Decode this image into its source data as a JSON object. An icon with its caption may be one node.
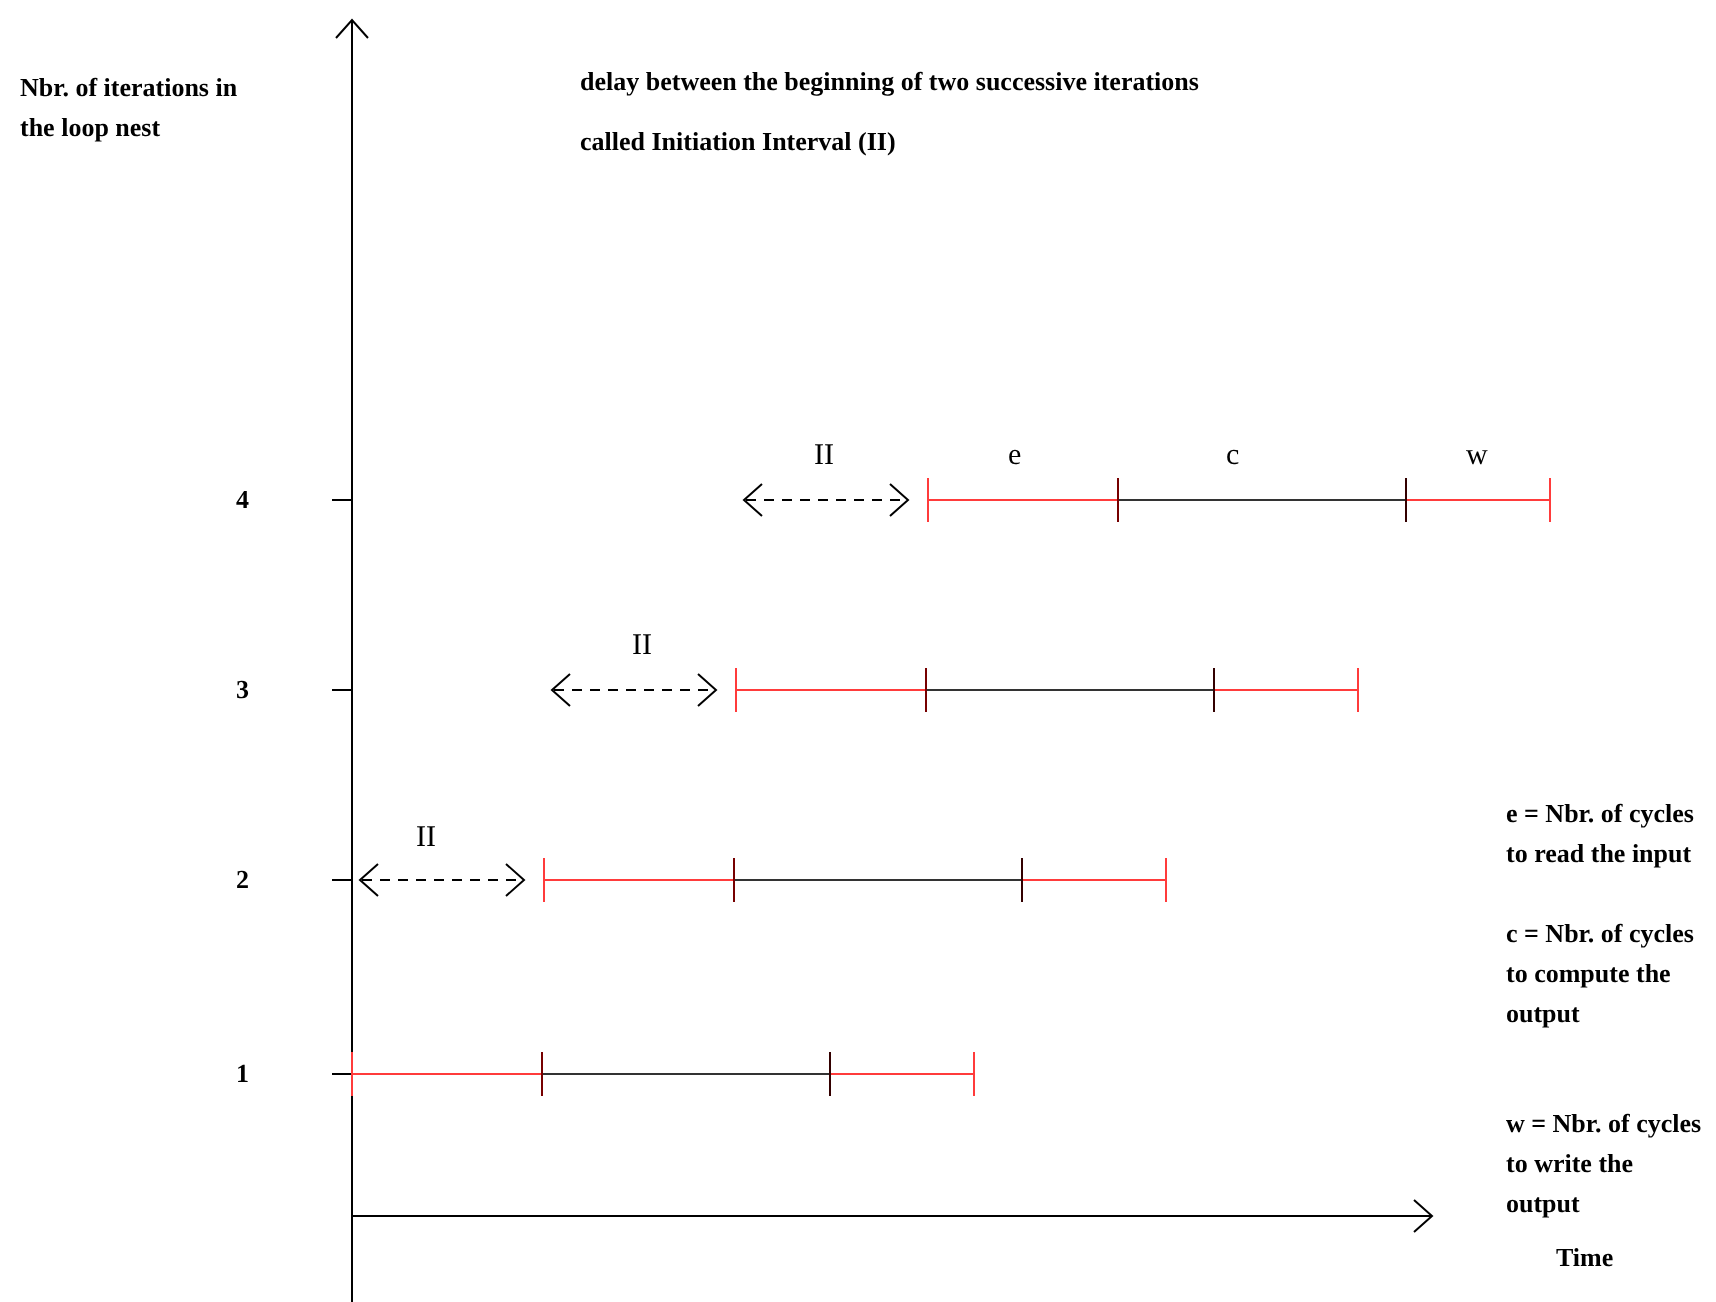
{
  "diagram": {
    "labels": [
      "Nbr. of iterations in the loop nest",
      "delay between the beginning of two successive iterations",
      "called Initiation Interval (II)",
      "II",
      "e",
      "c",
      "w",
      "4",
      "II",
      "3",
      "e = Nbr. of cycles to read the input",
      "II",
      "2",
      "c = Nbr. of cycles to compute the output",
      "1",
      "w = Nbr. of cycles to write the output",
      "Time"
    ]
  }
}
